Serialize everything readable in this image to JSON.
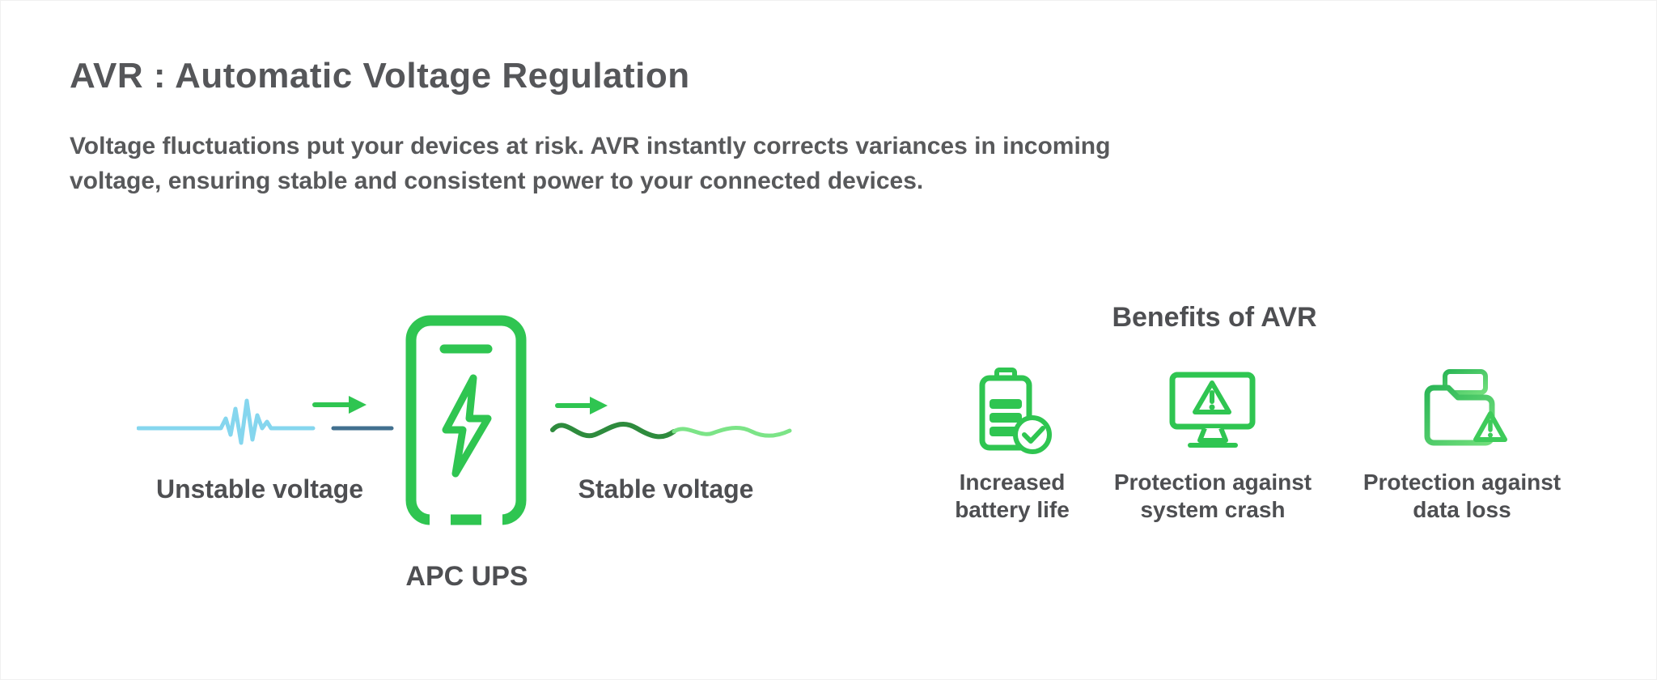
{
  "title": "AVR : Automatic Voltage Regulation",
  "subtitle": "Voltage fluctuations put your devices at risk. AVR instantly corrects variances in incoming voltage, ensuring stable and consistent power to your connected devices.",
  "diagram": {
    "unstable_label": "Unstable voltage",
    "stable_label": "Stable voltage",
    "ups_label": "APC UPS"
  },
  "benefits": {
    "heading": "Benefits of AVR",
    "items": [
      {
        "icon": "battery-check-icon",
        "label": "Increased battery life"
      },
      {
        "icon": "monitor-warning-icon",
        "label": "Protection against system crash"
      },
      {
        "icon": "folder-warning-icon",
        "label": "Protection against data loss"
      }
    ]
  },
  "colors": {
    "brand_green": "#2fc551",
    "dark_green_wave": "#2e8b3d",
    "light_green_wave": "#7ce487",
    "unstable_light_blue": "#85d6ee",
    "unstable_steel_blue": "#42708f",
    "text_gray": "#58595b"
  }
}
